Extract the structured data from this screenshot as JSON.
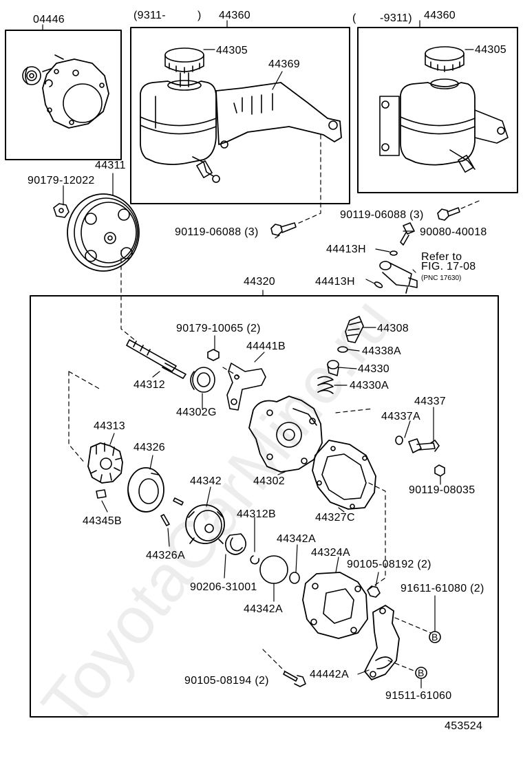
{
  "watermark": "ToyotaCarMine.ru",
  "labels": {
    "p04446": "04446",
    "date_a": "(9311-",
    "date_a_close": ")",
    "p44360_a": "44360",
    "date_b_open": "(",
    "date_b": "-9311)",
    "p44360_b": "44360",
    "p44305_a": "44305",
    "p44369": "44369",
    "p44305_b": "44305",
    "p44311": "44311",
    "p90179_12022": "90179-12022",
    "p90119_06088_a": "90119-06088 (3)",
    "p90119_06088_b": "90119-06088 (3)",
    "p90080_40018": "90080-40018",
    "p44413H_a": "44413H",
    "p44413H_b": "44413H",
    "refer_to": "Refer to",
    "fig": "FIG. 17-08",
    "pnc": "(PNC 17630)",
    "p44320": "44320",
    "p90179_10065": "90179-10065 (2)",
    "p44308": "44308",
    "p44441B": "44441B",
    "p44338A": "44338A",
    "p44330": "44330",
    "p44312": "44312",
    "p44330A": "44330A",
    "p44302G": "44302G",
    "p44337": "44337",
    "p44337A": "44337A",
    "p44313": "44313",
    "p44326": "44326",
    "p44302": "44302",
    "p44342": "44342",
    "p90119_08035": "90119-08035",
    "p44327C": "44327C",
    "p44345B": "44345B",
    "p44312B": "44312B",
    "p44342A_a": "44342A",
    "p44324A": "44324A",
    "p44326A": "44326A",
    "p90105_08192": "90105-08192 (2)",
    "p90206_31001": "90206-31001",
    "p91611_61080": "91611-61080 (2)",
    "p44342A_b": "44342A",
    "p90105_08194": "90105-08194 (2)",
    "p44442A": "44442A",
    "p91511_61060": "91511-61060",
    "diagram_number": "453524",
    "ref_B_a": "B",
    "ref_B_b": "B"
  }
}
